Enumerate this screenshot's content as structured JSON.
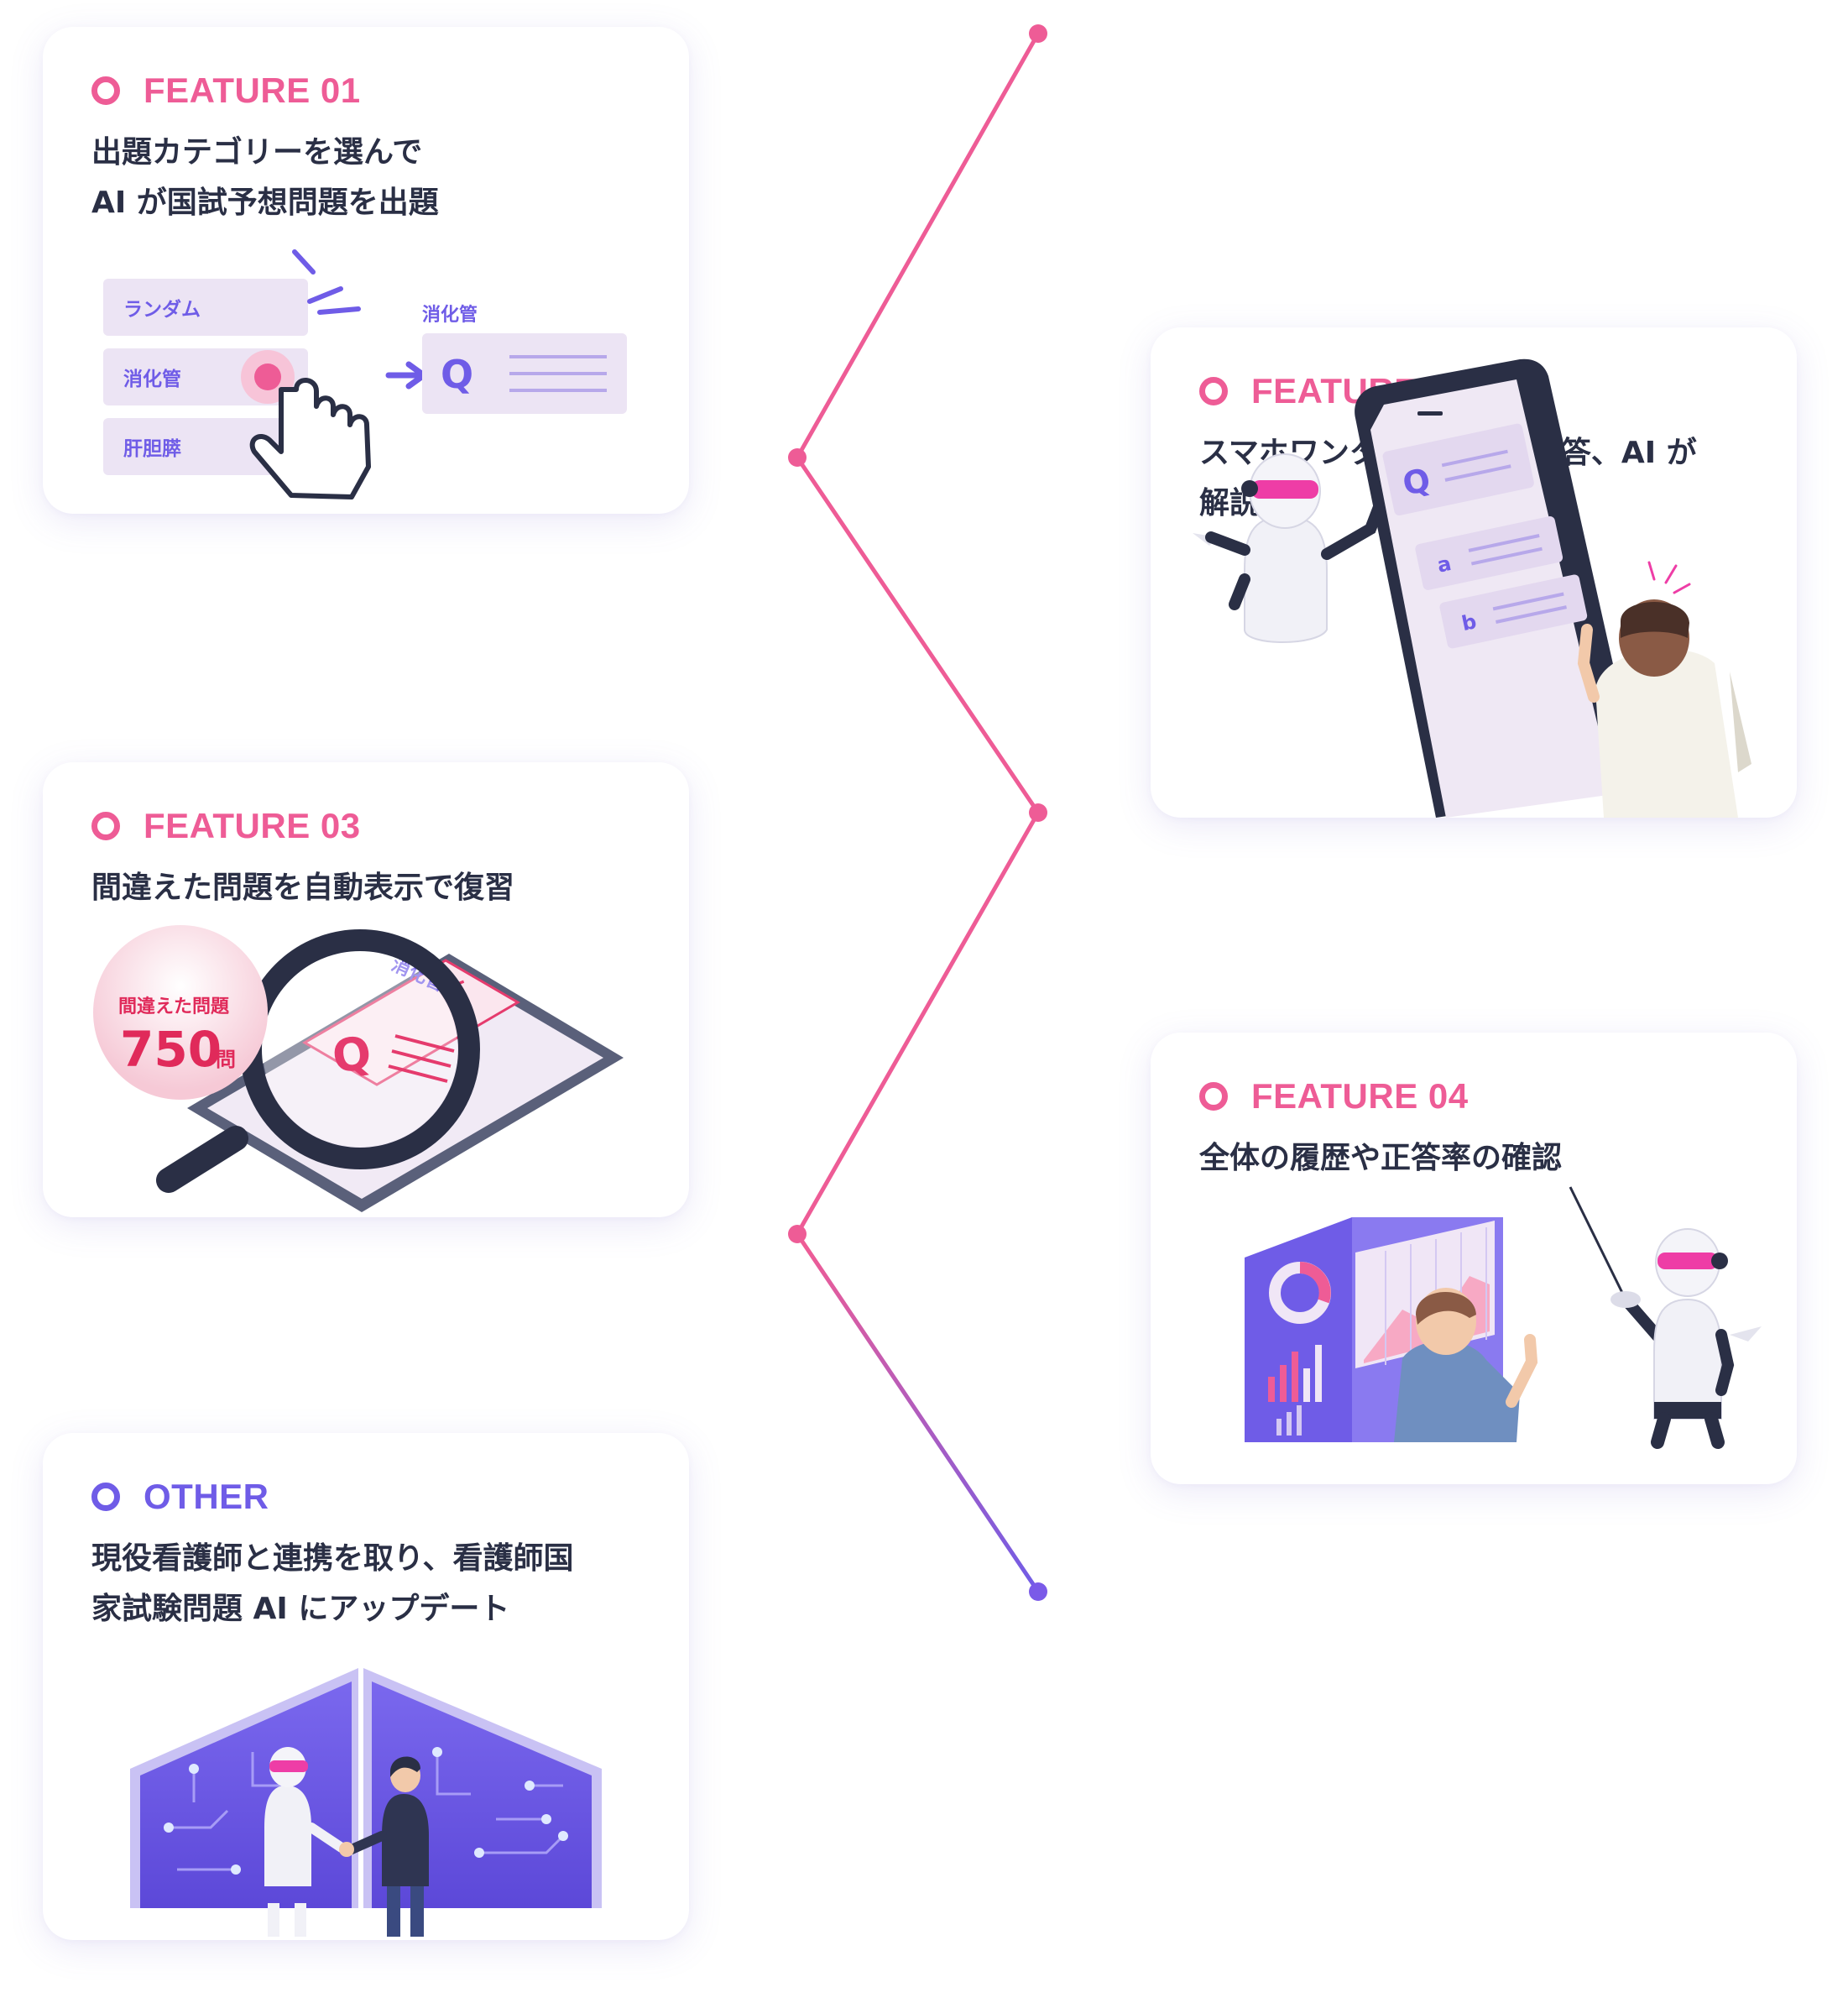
{
  "features": [
    {
      "label": "FEATURE 01",
      "title": "出題カテゴリーを選んで\nAI が国試予想問題を出題",
      "categories": [
        "ランダム",
        "消化管",
        "肝胆膵"
      ],
      "selected_category": "消化管",
      "question_mark": "Q"
    },
    {
      "label": "FEATURE 02",
      "title": "スマホワンタップで一問一答、AI が\n解説",
      "question_mark": "Q",
      "options": [
        "a",
        "b"
      ]
    },
    {
      "label": "FEATURE 03",
      "title": "間違えた問題を自動表示で復習",
      "badge_label": "間違えた問題",
      "badge_count": "750",
      "badge_unit": "問",
      "card_category": "消化管",
      "question_mark": "Q",
      "wrong_mark": "×"
    },
    {
      "label": "FEATURE 04",
      "title": "全体の履歴や正答率の確認"
    },
    {
      "label": "OTHER",
      "title": "現役看護師と連携を取り、看護師国\n家試験問題 AI にアップデート"
    }
  ],
  "colors": {
    "pink": "#ee5c96",
    "purple": "#6f5ce7",
    "text": "#2a2f45",
    "lavender": "#ece4f4"
  }
}
